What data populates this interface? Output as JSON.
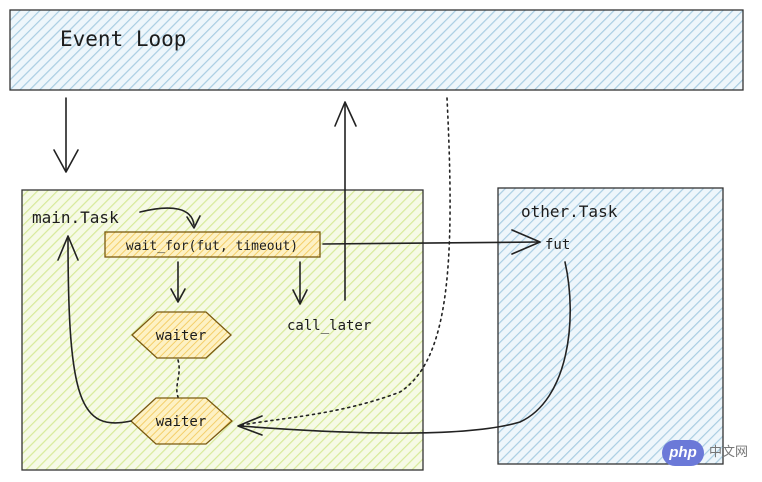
{
  "event_loop": {
    "label": "Event Loop"
  },
  "main_task": {
    "label": "main.Task",
    "wait_for": "wait_for(fut, timeout)",
    "waiter_top": "waiter",
    "waiter_bottom": "waiter",
    "call_later": "call_later"
  },
  "other_task": {
    "label": "other.Task",
    "fut": "fut"
  },
  "watermark": {
    "logo": "php",
    "text": "中文网"
  },
  "colors": {
    "event_loop_fill": "#a9cde2",
    "main_task_fill": "#d7ea9a",
    "other_task_fill": "#a9cde2",
    "node_fill": "#fce08c"
  }
}
